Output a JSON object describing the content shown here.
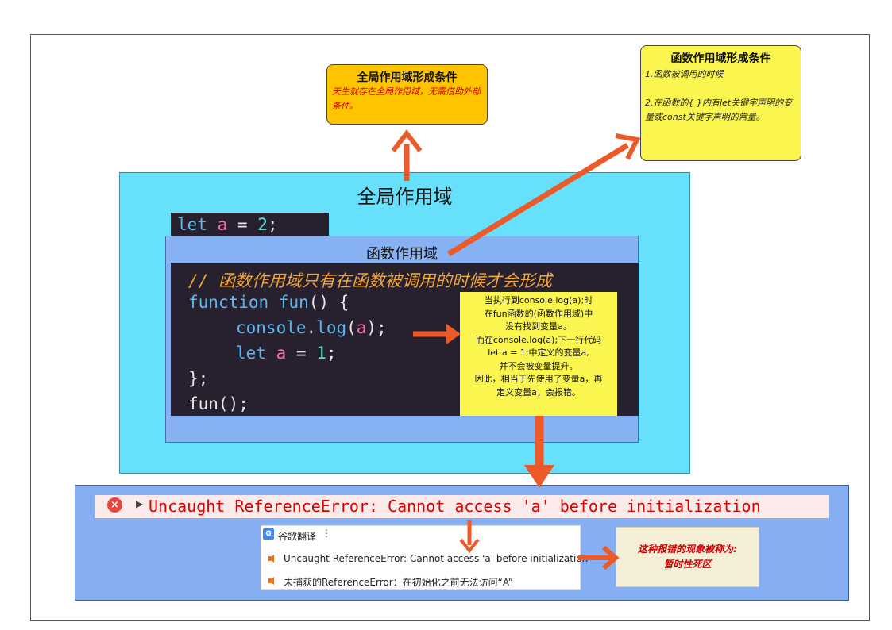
{
  "global_condition": {
    "title": "全局作用域形成条件",
    "body": "天生就存在全局作用域，无需借助外部条件。"
  },
  "function_condition": {
    "title": "函数作用域形成条件",
    "line1": "1.函数被调用的时候",
    "line2": "2.在函数的{ }内有let关键字声明的变量或const关键字声明的常量。"
  },
  "global_scope": {
    "title": "全局作用域",
    "code": {
      "kw": "let",
      "var": "a",
      "op": "=",
      "num": "2",
      "end": ";"
    }
  },
  "function_scope": {
    "title": "函数作用域",
    "comment": "// 函数作用域只有在函数被调用的时候才会形成",
    "line_function": {
      "kw": "function",
      "name": "fun",
      "rest": "() {"
    },
    "line_console": {
      "obj": "console",
      "dot": ".",
      "method": "log",
      "open": "(",
      "arg": "a",
      "close": ");"
    },
    "line_let": {
      "kw": "let",
      "var": "a",
      "op": "=",
      "num": "1",
      "end": ";"
    },
    "line_close": "};",
    "line_call": "fun();"
  },
  "explanation": {
    "lines": [
      "当执行到console.log(a);时",
      "在fun函数的(函数作用域)中",
      "没有找到变量a。",
      "而在console.log(a);下一行代码",
      "let a = 1;中定义的变量a,",
      "并不会被变量提升。",
      "因此，相当于先使用了变量a，再",
      "定义变量a，会报错。"
    ]
  },
  "error": {
    "icon": "×",
    "expand_icon": "▶",
    "message": "Uncaught ReferenceError: Cannot access 'a' before initialization"
  },
  "translation": {
    "icon_letter": "G",
    "title": "谷歌翻译",
    "menu_icon": "⋮",
    "original": "Uncaught ReferenceError: Cannot access 'a' before initialization",
    "translated": "未捕获的ReferenceError：在初始化之前无法访问“A”"
  },
  "tdz": {
    "line1": "这种报错的现象被称为:",
    "line2": "暂时性死区"
  },
  "colors": {
    "arrow": "#ec5a2a",
    "global_scope_bg": "#66e0fb",
    "function_scope_bg": "#86b1f2",
    "code_bg": "#27202f"
  }
}
